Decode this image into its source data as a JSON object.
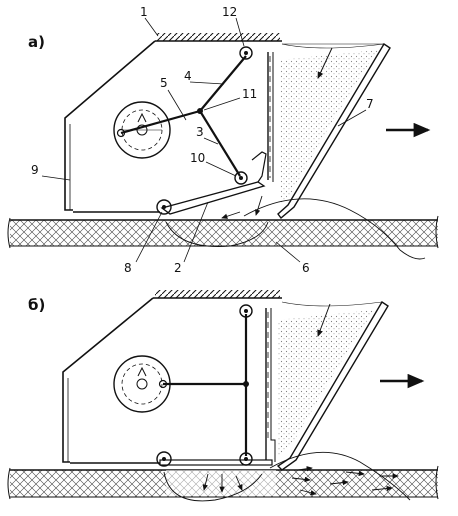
{
  "panels": [
    {
      "label": "а)",
      "callouts": [
        "1",
        "12",
        "4",
        "5",
        "11",
        "3",
        "10",
        "9",
        "7",
        "8",
        "2",
        "6"
      ]
    },
    {
      "label": "б)"
    }
  ]
}
